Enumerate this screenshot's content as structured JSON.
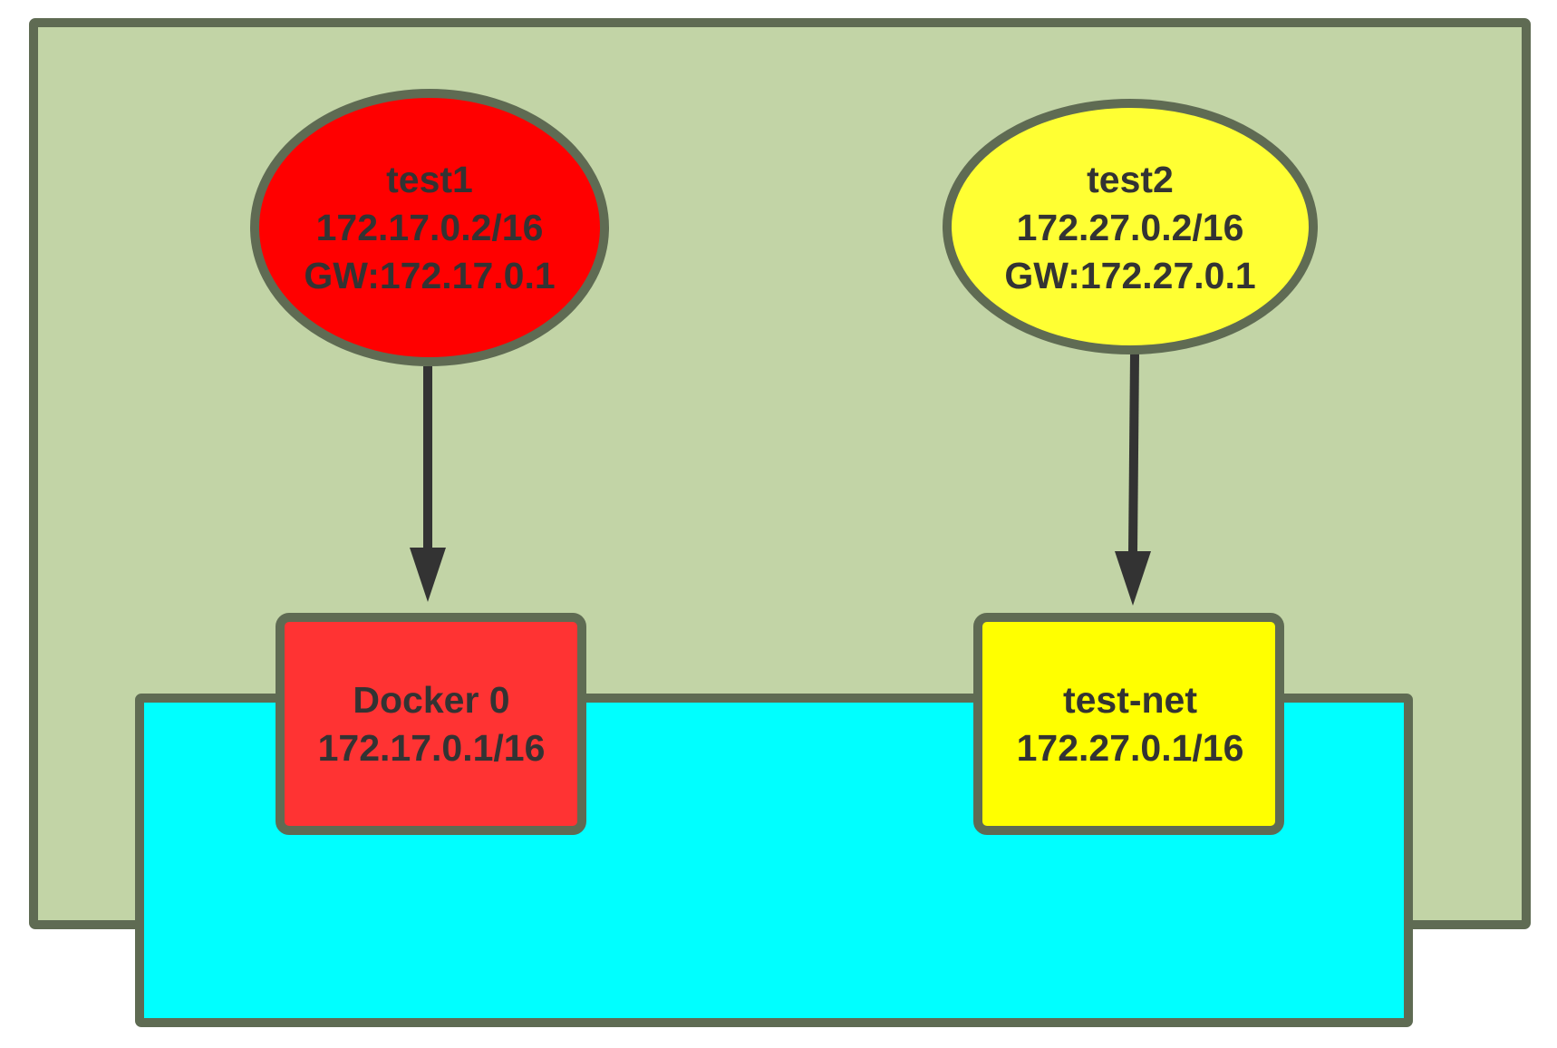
{
  "colors": {
    "host_fill": "#c2d4a6",
    "host_stroke": "#5f6b53",
    "bridge_layer_fill": "#00ffff",
    "test1_fill": "#ff0000",
    "test2_fill": "#ffff33",
    "docker0_fill": "#ff3333",
    "testnet_fill": "#ffff00",
    "arrow": "#333333",
    "text": "#333333"
  },
  "containers": {
    "test1": {
      "name": "test1",
      "ip": "172.17.0.2/16",
      "gw": "GW:172.17.0.1"
    },
    "test2": {
      "name": "test2",
      "ip": "172.27.0.2/16",
      "gw": "GW:172.27.0.1"
    }
  },
  "networks": {
    "docker0": {
      "name": "Docker 0",
      "subnet": "172.17.0.1/16"
    },
    "testnet": {
      "name": "test-net",
      "subnet": "172.27.0.1/16"
    }
  },
  "edges": [
    {
      "from": "test1",
      "to": "docker0"
    },
    {
      "from": "test2",
      "to": "testnet"
    }
  ]
}
